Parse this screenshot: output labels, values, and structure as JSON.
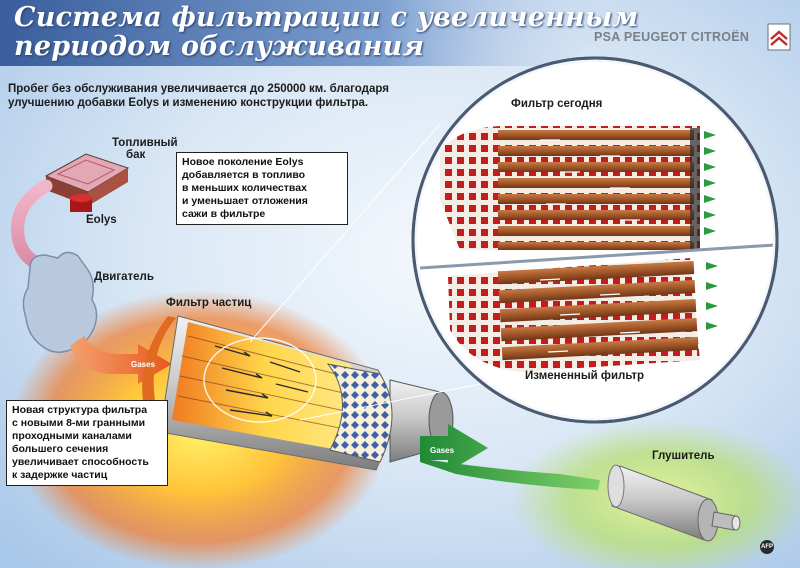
{
  "title": {
    "line1": "Система фильтрации с увеличенным",
    "line2": "периодом обслуживания"
  },
  "brand": {
    "text": "PSA PEUGEOT CITROËN",
    "logo_text": "AFP"
  },
  "intro": {
    "line1": "Пробег без обслуживания увеличивается до 250000 км. благодаря",
    "line2": "улучшению добавки Eolys и изменению конструкции фильтра."
  },
  "labels": {
    "fuel_tank_line1": "Топливный",
    "fuel_tank_line2": "бак",
    "eolys": "Eolys",
    "engine": "Двигатель",
    "particle_filter": "Фильтр частиц",
    "filter_today": "Фильтр сегодня",
    "modified_filter": "Измененный фильтр",
    "muffler": "Глушитель",
    "gases_in": "Gases",
    "gases_out": "Gases"
  },
  "callout_eolys": {
    "lines": [
      "Новое поколение Eolys",
      "добавляется в топливо",
      "в меньших количествах",
      "и уменьшает отложения",
      "сажи в фильтре"
    ]
  },
  "callout_structure": {
    "lines": [
      "Новая структура фильтра",
      "с новыми 8-ми гранными",
      "проходными каналами",
      "большего сечения",
      "увеличивает способность",
      "к задержке частиц"
    ]
  },
  "colors": {
    "background_blue": "#a9c7e8",
    "channel_brown": "#a2572a",
    "cell_red": "#c41c1c",
    "flow_green": "#2b9b3e",
    "exhaust_orange": "#e8581e"
  },
  "icons": {
    "logo_citroen": "double-chevron-logo",
    "engine": "engine-silhouette",
    "fuel_tank": "fuel-tank",
    "muffler": "muffler-cylinder"
  }
}
